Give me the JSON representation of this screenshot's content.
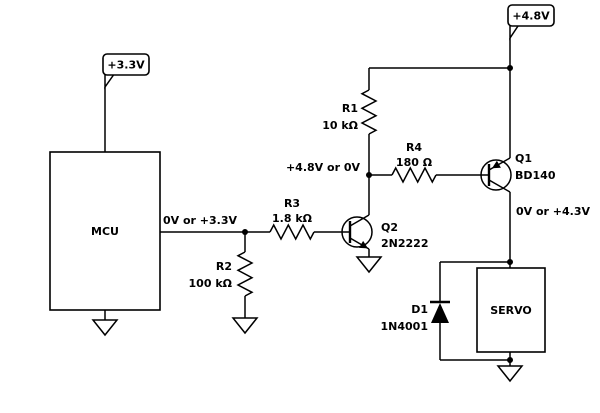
{
  "schematic": {
    "supplies": {
      "mcu_rail": "+3.3V",
      "servo_rail": "+4.8V"
    },
    "blocks": {
      "mcu": "MCU",
      "servo": "SERVO"
    },
    "nets": {
      "mcu_output": "0V or +3.3V",
      "q2_collector": "+4.8V or 0V",
      "q1_collector": "0V or +4.3V"
    },
    "components": {
      "R1": {
        "ref": "R1",
        "value": "10 kΩ"
      },
      "R2": {
        "ref": "R2",
        "value": "100 kΩ"
      },
      "R3": {
        "ref": "R3",
        "value": "1.8 kΩ"
      },
      "R4": {
        "ref": "R4",
        "value": "180 Ω"
      },
      "Q1": {
        "ref": "Q1",
        "value": "BD140"
      },
      "Q2": {
        "ref": "Q2",
        "value": "2N2222"
      },
      "D1": {
        "ref": "D1",
        "value": "1N4001"
      }
    }
  }
}
